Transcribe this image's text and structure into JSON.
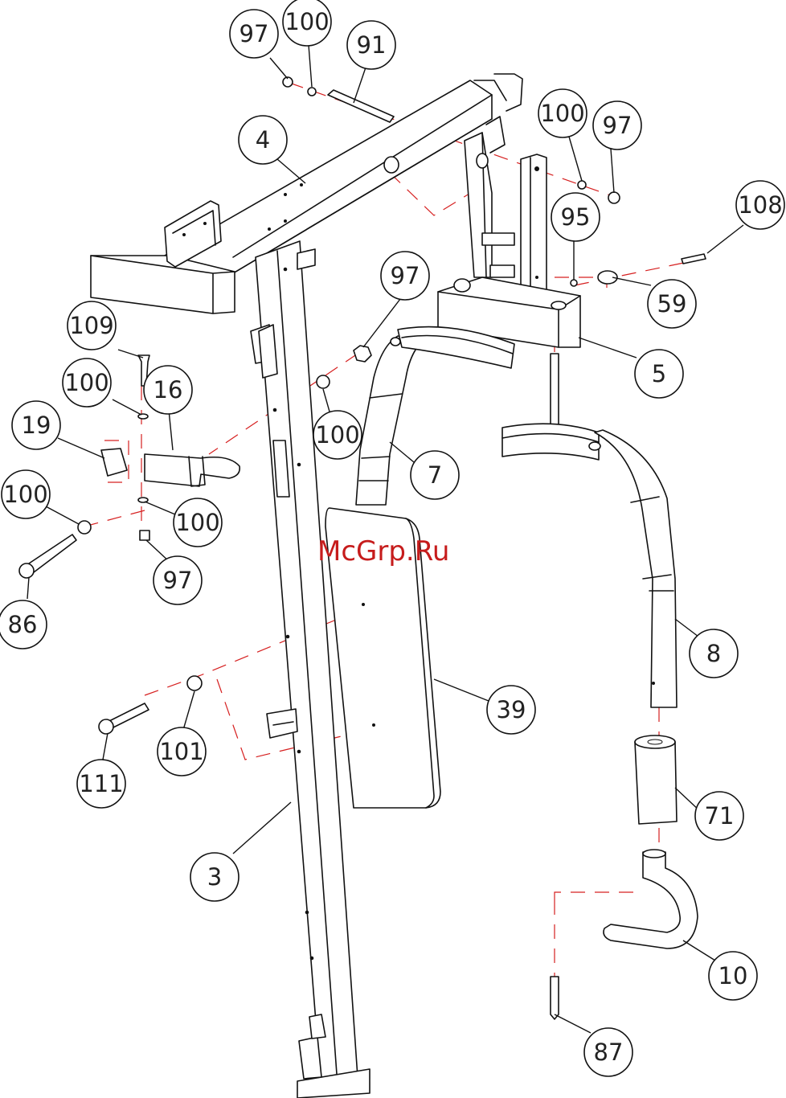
{
  "watermark": "McGrp.Ru",
  "callouts": [
    {
      "id": "c97a",
      "label": "97"
    },
    {
      "id": "c100a",
      "label": "100"
    },
    {
      "id": "c91",
      "label": "91"
    },
    {
      "id": "c4",
      "label": "4"
    },
    {
      "id": "c100b",
      "label": "100"
    },
    {
      "id": "c97b",
      "label": "97"
    },
    {
      "id": "c108",
      "label": "108"
    },
    {
      "id": "c95",
      "label": "95"
    },
    {
      "id": "c59",
      "label": "59"
    },
    {
      "id": "c97c",
      "label": "97"
    },
    {
      "id": "c5",
      "label": "5"
    },
    {
      "id": "c109",
      "label": "109"
    },
    {
      "id": "c100c",
      "label": "100"
    },
    {
      "id": "c16",
      "label": "16"
    },
    {
      "id": "c19",
      "label": "19"
    },
    {
      "id": "c100d",
      "label": "100"
    },
    {
      "id": "c7",
      "label": "7"
    },
    {
      "id": "c100e",
      "label": "100"
    },
    {
      "id": "c100f",
      "label": "100"
    },
    {
      "id": "c97d",
      "label": "97"
    },
    {
      "id": "c86",
      "label": "86"
    },
    {
      "id": "c8",
      "label": "8"
    },
    {
      "id": "c39",
      "label": "39"
    },
    {
      "id": "c101",
      "label": "101"
    },
    {
      "id": "c111",
      "label": "111"
    },
    {
      "id": "c71",
      "label": "71"
    },
    {
      "id": "c3",
      "label": "3"
    },
    {
      "id": "c10",
      "label": "10"
    },
    {
      "id": "c87",
      "label": "87"
    }
  ]
}
